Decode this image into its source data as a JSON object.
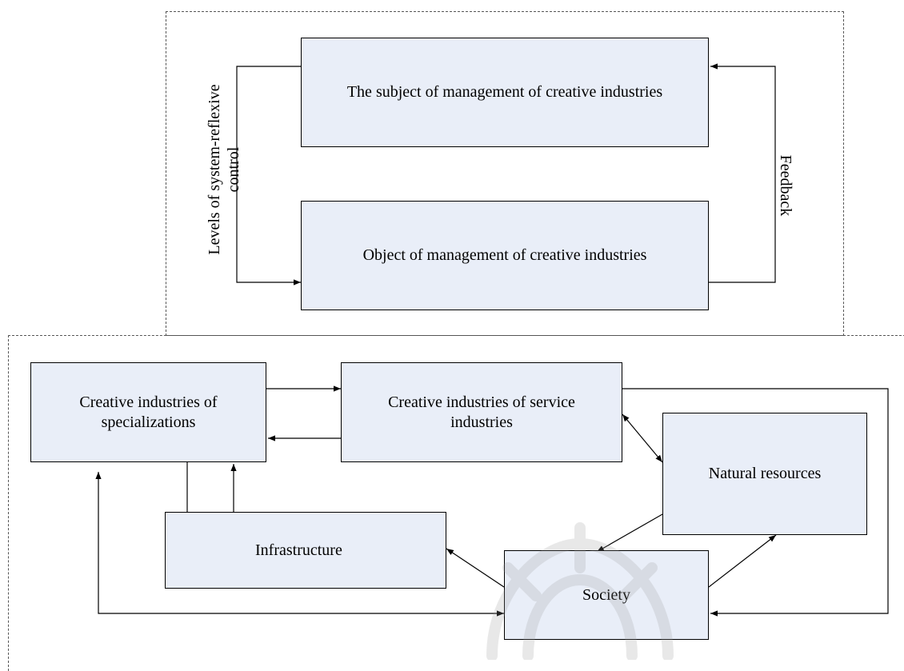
{
  "diagram": {
    "control_boxes": {
      "subject": "The subject of management of creative industries",
      "object": "Object of management of creative industries"
    },
    "labels": {
      "left_line1": "Levels of system-reflexive",
      "left_line2": "control",
      "right": "Feedback"
    },
    "nodes": {
      "specializations_line1": "Creative industries of",
      "specializations_line2": "specializations",
      "service_line1": "Creative industries of service",
      "service_line2": "industries",
      "natural": "Natural resources",
      "infrastructure": "Infrastructure",
      "society": "Society"
    }
  },
  "colors": {
    "box_fill": "#e9eef8",
    "stroke": "#000000",
    "frame": "#555555"
  }
}
